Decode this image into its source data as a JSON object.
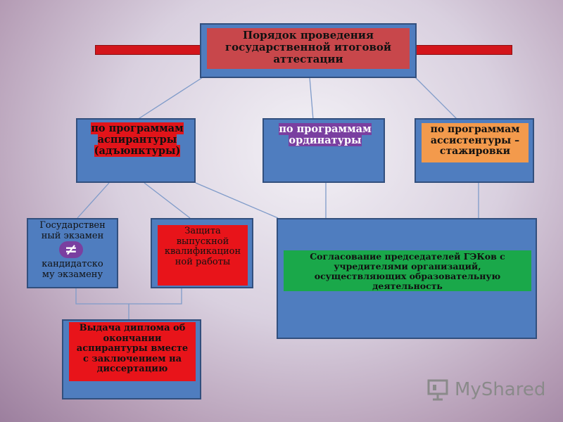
{
  "title": {
    "text": "Порядок проведения государственной итоговой аттестации",
    "lines": [
      "Порядок проведения",
      "государственной итоговой",
      "аттестации"
    ],
    "label_color": "#c8474b"
  },
  "branches": {
    "aspirantura": {
      "lines": [
        "по программам",
        "аспирантуры",
        "(адъюнктуры)"
      ],
      "highlight_color": "#e1141a"
    },
    "ordinatura": {
      "lines": [
        "по программам",
        "ординатуры"
      ],
      "highlight_color": "#7a3fa0"
    },
    "assistentura": {
      "lines": [
        "по программам",
        "ассистентуры –",
        "стажировки"
      ],
      "label_color": "#f39a4c"
    }
  },
  "steps": {
    "exam": {
      "top_lines": [
        "Государствен",
        "ный экзамен"
      ],
      "symbol": "≠",
      "bottom_lines": [
        "кандидатско",
        "му экзамену"
      ],
      "symbol_color": "#7a3fa0"
    },
    "defense": {
      "lines": [
        "Защита",
        "выпускной",
        "квалификацион",
        "ной работы"
      ],
      "label_color": "#e8141a"
    },
    "approval": {
      "lines": [
        "Согласование председателей ГЭКов с",
        "учредителями организаций,",
        "осуществляющих образовательную",
        "деятельность"
      ],
      "label_color": "#1aa84a"
    },
    "diploma": {
      "lines": [
        "Выдача диплома об",
        "окончании",
        "аспирантуры вместе",
        "с заключением на",
        "диссертацию"
      ],
      "label_color": "#e8141a"
    }
  },
  "colors": {
    "box_fill": "#4f7dbf",
    "box_border": "#324f7d",
    "accent_bar": "#d3151b",
    "connector": "#7f9bc9"
  },
  "watermark": {
    "text": "MyShared",
    "icon": "presentation-board-icon"
  }
}
